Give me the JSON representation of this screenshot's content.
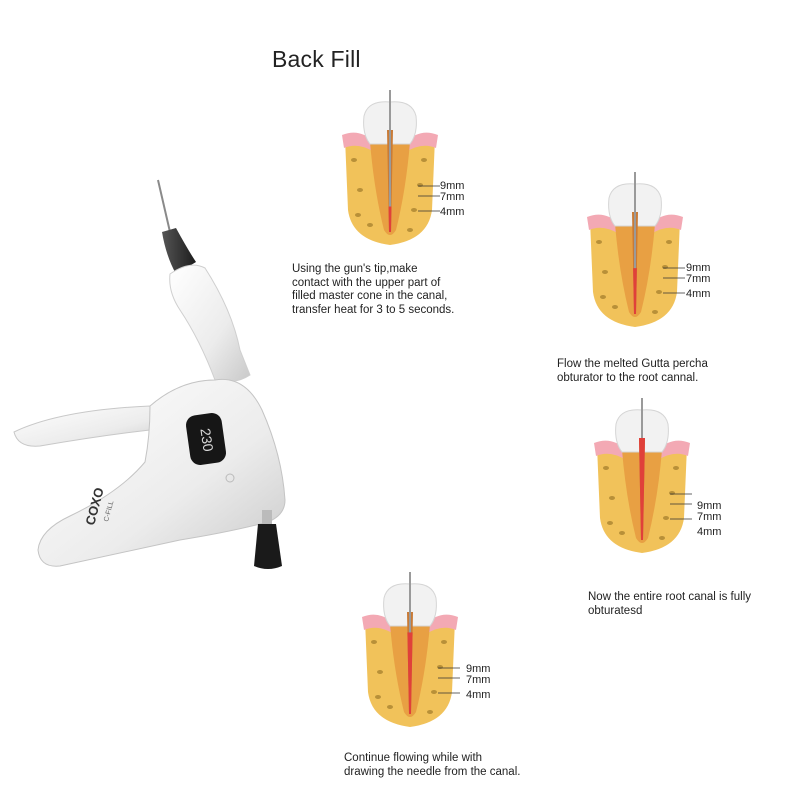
{
  "title": "Back Fill",
  "device": {
    "brand": "COXO",
    "model": "C-FILL",
    "display_value": "230"
  },
  "depth_labels": [
    "9mm",
    "7mm",
    "4mm"
  ],
  "steps": [
    {
      "caption": "Using the gun's tip,make\ncontact with the upper part of\nfilled master cone in the canal,\ntransfer heat for 3 to 5 seconds.",
      "fill_level": 0.25
    },
    {
      "caption": "Flow the melted Gutta percha\nobturator to the root cannal.",
      "fill_level": 0.45
    },
    {
      "caption": "Now the entire root canal is fully\nobturatesd",
      "fill_level": 1.0
    },
    {
      "caption": "Continue flowing while with\ndrawing the needle from the canal.",
      "fill_level": 0.8
    }
  ],
  "colors": {
    "bone": "#f1c25a",
    "root": "#e8a043",
    "gum": "#f3a9b4",
    "gutta_percha": "#e0403a",
    "enamel": "#f2f2f2",
    "needle": "#9a9a9a"
  }
}
